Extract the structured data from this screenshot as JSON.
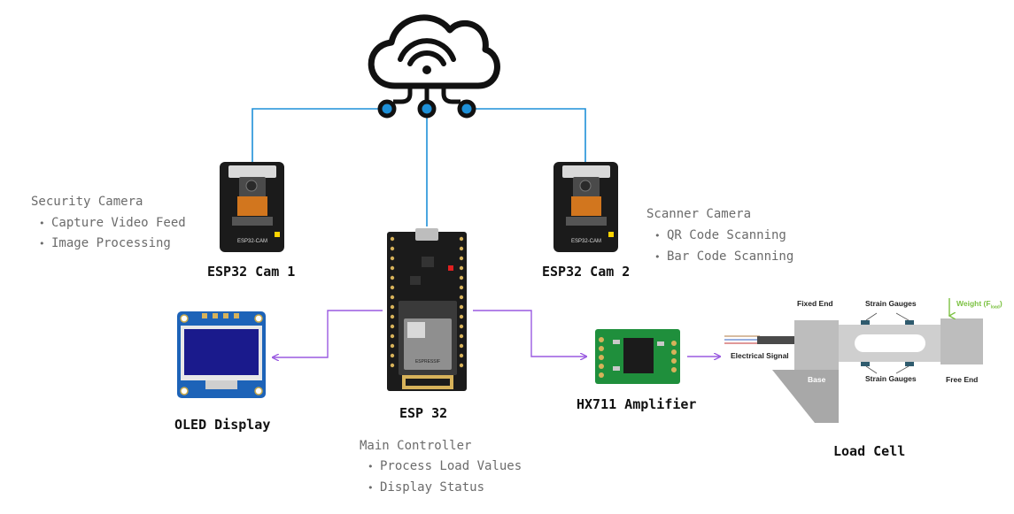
{
  "colors": {
    "cloud_link": "#1e90d8",
    "data_link": "#9a5ae0",
    "cloud_node": "#1e90d8",
    "board": "#1b1b1b",
    "hx711": "#1f8f3c",
    "oled_pcb": "#1d63b8",
    "oled_screen": "#1a1a8c",
    "load_cell": "#bdbdbd",
    "weight_arrow": "#7cc242"
  },
  "icons": {
    "cloud": "cloud-wifi-icon"
  },
  "cam1": {
    "title": "ESP32 Cam 1",
    "board_label": "ESP32-CAM",
    "heading": "Security Camera",
    "bullets": [
      "Capture Video Feed",
      "Image Processing"
    ]
  },
  "cam2": {
    "title": "ESP32 Cam 2",
    "board_label": "ESP32-CAM",
    "heading": "Scanner Camera",
    "bullets": [
      "QR Code Scanning",
      "Bar Code Scanning"
    ]
  },
  "esp32": {
    "title": "ESP 32",
    "chip_label": "ESPRESSIF",
    "heading": "Main Controller",
    "bullets": [
      "Process Load Values",
      "Display Status"
    ]
  },
  "oled": {
    "title": "OLED Display"
  },
  "hx711": {
    "title": "HX711 Amplifier"
  },
  "load_cell": {
    "title": "Load Cell",
    "labels": {
      "fixed_end": "Fixed End",
      "strain_top": "Strain Gauges",
      "strain_bottom": "Strain Gauges",
      "weight": "Weight (F",
      "weight_sub": "load",
      "weight_close": ")",
      "signal": "Electrical Signal",
      "base": "Base",
      "free_end": "Free End"
    }
  }
}
